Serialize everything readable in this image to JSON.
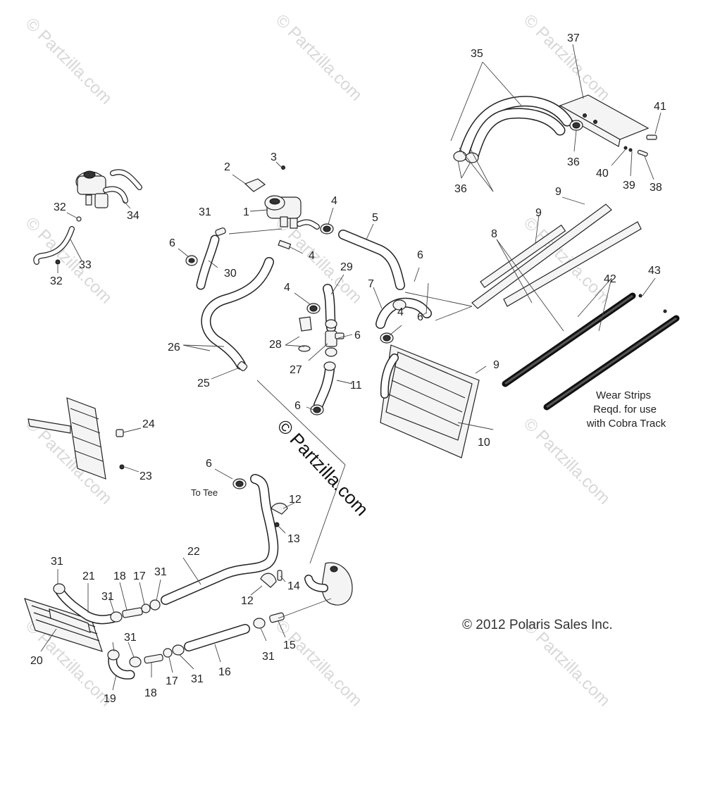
{
  "diagram": {
    "part_numbers": {
      "p1": "1",
      "p2": "2",
      "p3": "3",
      "p4a": "4",
      "p4b": "4",
      "p4c": "4",
      "p4d": "4",
      "p5": "5",
      "p6a": "6",
      "p6b": "6",
      "p6c": "6",
      "p6d": "6",
      "p6e": "6",
      "p6f": "6",
      "p7": "7",
      "p8": "8",
      "p9a": "9",
      "p9b": "9",
      "p9c": "9",
      "p10": "10",
      "p11": "11",
      "p12a": "12",
      "p12b": "12",
      "p13": "13",
      "p14": "14",
      "p15": "15",
      "p16": "16",
      "p17a": "17",
      "p17b": "17",
      "p18a": "18",
      "p18b": "18",
      "p19": "19",
      "p20": "20",
      "p21": "21",
      "p22": "22",
      "p23": "23",
      "p24": "24",
      "p25": "25",
      "p26": "26",
      "p27": "27",
      "p28": "28",
      "p29": "29",
      "p30": "30",
      "p31a": "31",
      "p31b": "31",
      "p31c": "31",
      "p31d": "31",
      "p31e": "31",
      "p31f": "31",
      "p31g": "31",
      "p32a": "32",
      "p32b": "32",
      "p33": "33",
      "p34": "34",
      "p35": "35",
      "p36a": "36",
      "p36b": "36",
      "p37": "37",
      "p38": "38",
      "p39": "39",
      "p40": "40",
      "p41": "41",
      "p42": "42",
      "p43": "43"
    },
    "notes": {
      "wear_strips_line1": "Wear Strips",
      "wear_strips_line2": "Reqd. for use",
      "wear_strips_line3": "with Cobra Track",
      "to_tee": "To Tee"
    },
    "copyright": "© 2012 Polaris Sales Inc.",
    "watermark": "© Partzilla.com",
    "watermark_faint": "© Partzilla.com"
  }
}
